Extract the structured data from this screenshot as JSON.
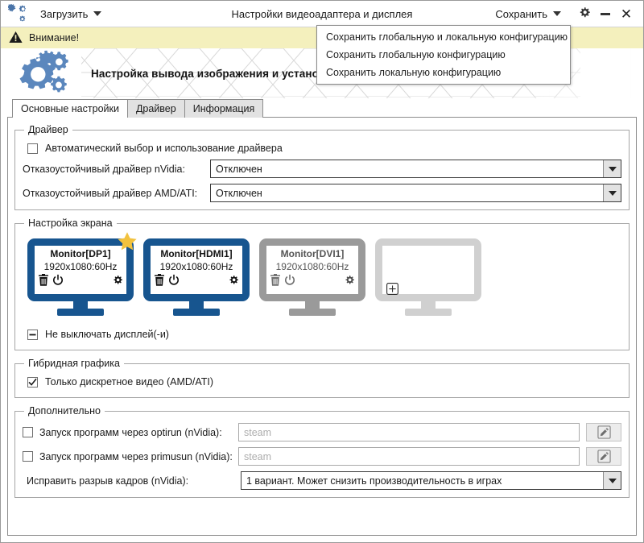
{
  "titlebar": {
    "logo_icon": "gears-icon",
    "load_menu_label": "Загрузить",
    "title": "Настройки видеоадаптера и дисплея",
    "save_menu_label": "Сохранить",
    "settings_icon": "gear-icon",
    "minimize_icon": "minimize-icon",
    "close_icon": "close-icon"
  },
  "save_menu": {
    "items": [
      {
        "label": "Сохранить глобальную и локальную конфигурацию"
      },
      {
        "label": "Сохранить глобальную конфигурацию"
      },
      {
        "label": "Сохранить локальную конфигурацию"
      }
    ]
  },
  "warning": {
    "icon": "warning-triangle-icon",
    "text": "Внимание!",
    "background": "#f4f0bd"
  },
  "banner": {
    "icon": "gears-icon",
    "title": "Настройка вывода изображения и установка драйвера видеокарты"
  },
  "tabs": [
    {
      "label": "Основные настройки",
      "active": true
    },
    {
      "label": "Драйвер",
      "active": false
    },
    {
      "label": "Информация",
      "active": false
    }
  ],
  "driver_group": {
    "legend": "Драйвер",
    "auto_checkbox": {
      "label": "Автоматический выбор и использование драйвера",
      "state": "unchecked"
    },
    "nvidia": {
      "label": "Отказоустойчивый драйвер nVidia:",
      "value": "Отключен"
    },
    "amd": {
      "label": "Отказоустойчивый драйвер AMD/ATI:",
      "value": "Отключен"
    }
  },
  "screen_group": {
    "legend": "Настройка экрана",
    "monitors": [
      {
        "name": "Monitor[DP1]",
        "resolution": "1920x1080:60Hz",
        "state": "active",
        "primary": true,
        "color": "#17558f",
        "icons": [
          "trash-icon",
          "power-icon",
          "gear-icon"
        ]
      },
      {
        "name": "Monitor[HDMI1]",
        "resolution": "1920x1080:60Hz",
        "state": "active",
        "primary": false,
        "color": "#17558f",
        "icons": [
          "trash-icon",
          "power-icon",
          "gear-icon"
        ]
      },
      {
        "name": "Monitor[DVI1]",
        "resolution": "1920x1080:60Hz",
        "state": "disabled",
        "primary": false,
        "color": "#9a9a9a",
        "icons": [
          "trash-icon",
          "power-icon",
          "gear-icon"
        ]
      },
      {
        "name": "",
        "resolution": "",
        "state": "empty",
        "primary": false,
        "color": "#d0d0d0",
        "icons": [
          "add-icon"
        ]
      }
    ],
    "keep_on_checkbox": {
      "label": "Не выключать дисплей(-и)",
      "state": "indeterminate"
    }
  },
  "hybrid_group": {
    "legend": "Гибридная графика",
    "discrete_checkbox": {
      "label": "Только дискретное видео (AMD/ATI)",
      "state": "checked"
    }
  },
  "extra_group": {
    "legend": "Дополнительно",
    "optirun": {
      "label": "Запуск программ через optirun (nVidia):",
      "state": "unchecked",
      "placeholder": "steam",
      "value": "",
      "edit_icon": "pencil-square-icon"
    },
    "primusrun": {
      "label": "Запуск программ через primusun (nVidia):",
      "state": "unchecked",
      "placeholder": "steam",
      "value": "",
      "edit_icon": "pencil-square-icon"
    },
    "tearfree": {
      "label": "Исправить разрыв кадров (nVidia):",
      "value": "1 вариант. Может снизить производительность в играх"
    }
  }
}
